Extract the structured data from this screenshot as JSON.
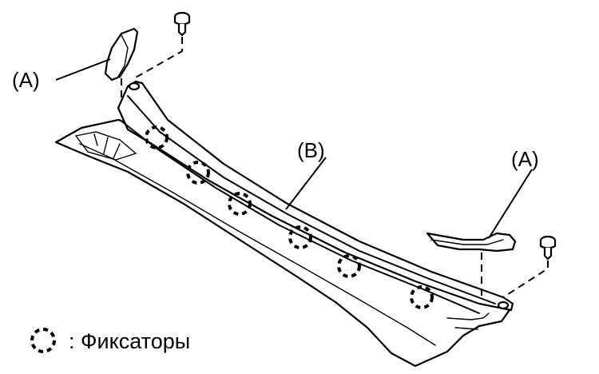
{
  "labels": {
    "cap_left": "(A)",
    "cowl_panel": "(B)",
    "cap_right": "(A)"
  },
  "legend": {
    "text": ": Фиксаторы"
  },
  "icons": {
    "clip_symbol": "dashed-circle-icon",
    "push_pin": "push-pin-clip-icon"
  }
}
